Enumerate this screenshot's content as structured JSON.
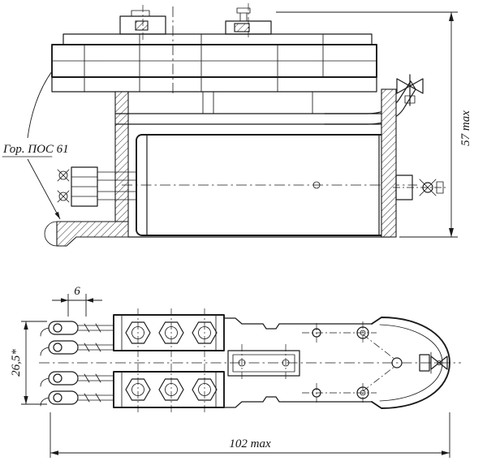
{
  "labels": {
    "solder_note": "Гор. ПОС 61",
    "height_dim": "57 max",
    "pin_pitch_dim": "6",
    "row_span_dim": "26,5*",
    "length_dim": "102 max"
  }
}
